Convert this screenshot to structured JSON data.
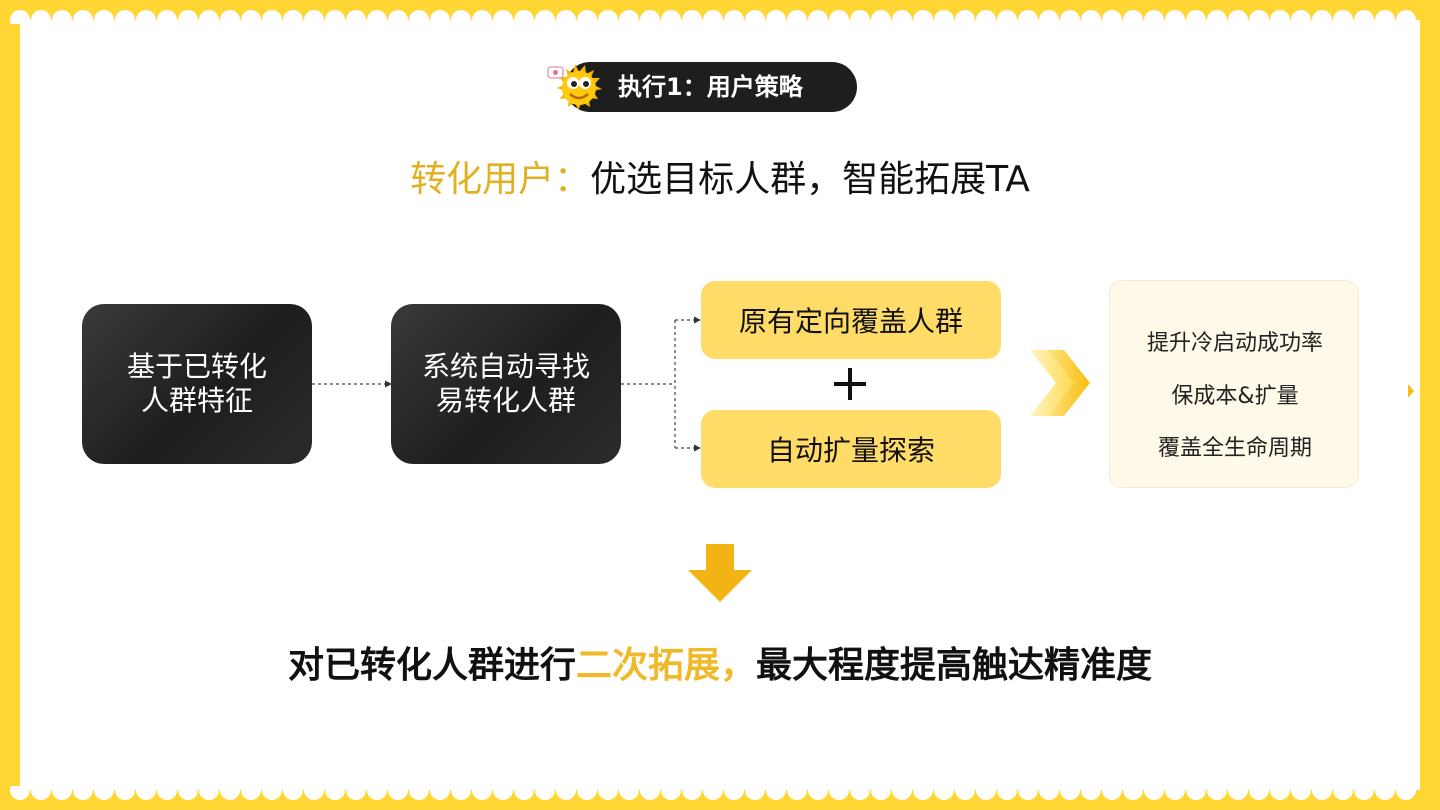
{
  "badge": {
    "label": "执行1：用户策略"
  },
  "headline": {
    "highlight": "转化用户：",
    "rest": "优选目标人群，智能拓展TA"
  },
  "flow": {
    "step1": [
      "基于已转化",
      "人群特征"
    ],
    "step2": [
      "系统自动寻找",
      "易转化人群"
    ],
    "option1": "原有定向覆盖人群",
    "option2": "自动扩量探索"
  },
  "results": [
    "提升冷启动成功率",
    "保成本&扩量",
    "覆盖全生命周期"
  ],
  "conclusion": {
    "before": "对已转化人群进行",
    "highlight": "二次拓展，",
    "after": "最大程度提高触达精准度"
  },
  "colors": {
    "background": "#FFD633",
    "accent": "#E3B021",
    "dark": "#1E1E1E",
    "option_fill": "#FFDB68"
  },
  "icons": [
    "mascot-icon",
    "plus-icon",
    "chevron-right-icon",
    "arrow-down-icon"
  ]
}
